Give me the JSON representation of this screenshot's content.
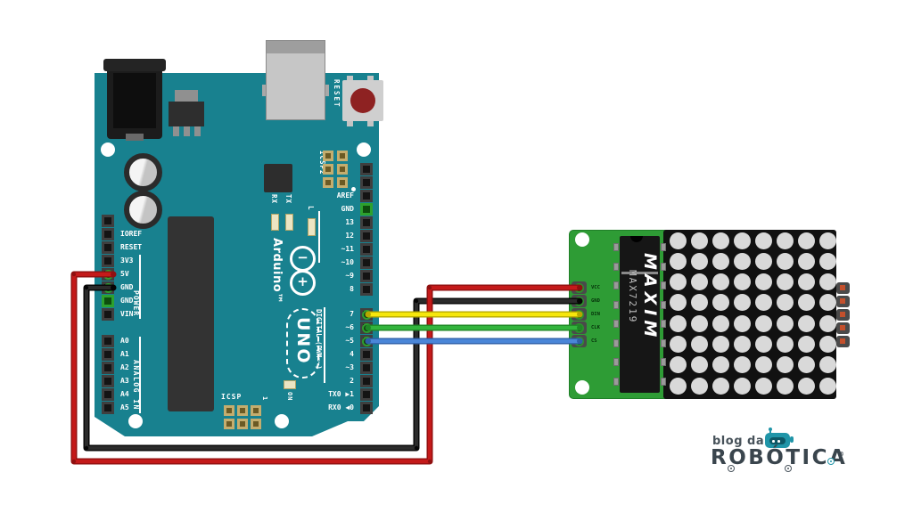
{
  "arduino": {
    "brand_label": "Arduino™",
    "model_label": "UNO",
    "logo_minus": "−",
    "logo_plus": "+",
    "reset_button_label": "RESET",
    "icsp2_label": "ICSP2",
    "icsp_label": "ICSP",
    "icsp_pin1_label": "1",
    "on_label": "ON",
    "l_label": "L",
    "tx_label": "TX",
    "rx_label": "RX",
    "power_section_label": "POWER",
    "analog_section_label": "ANALOG IN",
    "digital_section_label": "DIGITAL (PWM=~)",
    "power_pins": [
      "",
      "IOREF",
      "RESET",
      "3V3",
      "5V",
      "GND",
      "GND",
      "VIN"
    ],
    "analog_pins": [
      "A0",
      "A1",
      "A2",
      "A3",
      "A4",
      "A5"
    ],
    "digital_top_pins": [
      "",
      "",
      "AREF",
      "GND",
      "13",
      "12",
      "~11",
      "~10",
      "~9",
      "8"
    ],
    "digital_bottom_pins": [
      "7",
      "~6",
      "~5",
      "4",
      "~3",
      "2",
      "TX0 ▶1",
      "RX0 ◀0"
    ],
    "board_color": "#18818f"
  },
  "led_matrix_module": {
    "chip_brand": "MAXIM",
    "chip_model": "MAX7219",
    "pin_labels": [
      "VCC",
      "GND",
      "DIN",
      "CLK",
      "CS"
    ],
    "matrix_rows": 8,
    "matrix_cols": 8,
    "board_color": "#2e9c35",
    "dot_color": "#d9d9d9"
  },
  "wires": [
    {
      "id": "gnd",
      "color": "black",
      "hex": "#2b2b2b",
      "outline": "#050505",
      "from": "Arduino GND",
      "to": "Module GND"
    },
    {
      "id": "5v",
      "color": "red",
      "hex": "#c41a1a",
      "outline": "#8f1010",
      "from": "Arduino 5V",
      "to": "Module VCC"
    },
    {
      "id": "din",
      "color": "yellow",
      "hex": "#f6e70c",
      "outline": "#b5a800",
      "from": "Arduino D7",
      "to": "Module DIN"
    },
    {
      "id": "clk",
      "color": "green",
      "hex": "#32b43c",
      "outline": "#1f8726",
      "from": "Arduino D6",
      "to": "Module CLK"
    },
    {
      "id": "cs",
      "color": "blue",
      "hex": "#4a86d8",
      "outline": "#2f5fa8",
      "from": "Arduino D5",
      "to": "Module CS"
    }
  ],
  "watermark": {
    "line1": "blog da",
    "line2": "ROBÓTICA",
    "registered": "®"
  }
}
